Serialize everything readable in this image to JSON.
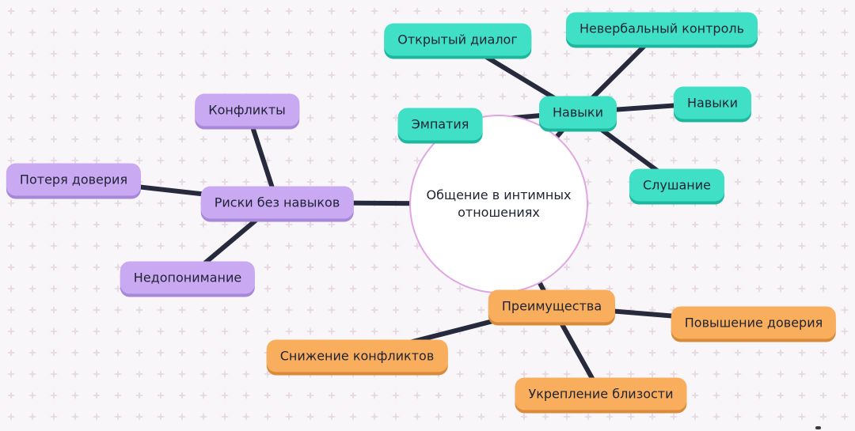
{
  "center": {
    "label": "Общение в интимных отношениях"
  },
  "branches": {
    "skills": {
      "label": "Навыки",
      "children": {
        "open_dialog": "Открытый диалог",
        "nonverbal_control": "Невербальный контроль",
        "skills_leaf": "Навыки",
        "empathy": "Эмпатия",
        "listening": "Слушание"
      }
    },
    "risks": {
      "label": "Риски без навыков",
      "children": {
        "conflicts": "Конфликты",
        "trust_loss": "Потеря доверия",
        "misunderstanding": "Недопонимание"
      }
    },
    "benefits": {
      "label": "Преимущества",
      "children": {
        "trust_increase": "Повышение доверия",
        "conflict_reduction": "Снижение конфликтов",
        "intimacy_strengthening": "Укрепление близости"
      }
    }
  },
  "colors": {
    "teal": "#40e0c7",
    "teal_shadow": "#1db79e",
    "purple": "#c9a9f2",
    "purple_shadow": "#a687d8",
    "orange": "#f8ae5c",
    "orange_shadow": "#d98b3a",
    "edge": "#272a3c",
    "text": "#1e2233",
    "center_circle_border": "#dfa6e3",
    "background": "#f8f6f8"
  }
}
